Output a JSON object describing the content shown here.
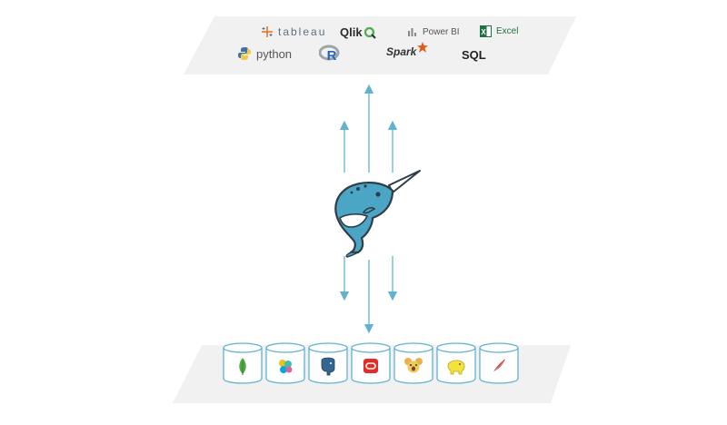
{
  "colors": {
    "plane": "#f1f1f1",
    "arrow": "#5fb3cf",
    "narwhal_body": "#4aa6c4",
    "narwhal_belly": "#ffffff",
    "outline": "#2f3d48",
    "cylinder": "#5fb3cf",
    "tableau": "#5b6f82",
    "qlik": "#2b2b2b",
    "qlik_accent": "#4cae4c",
    "powerbi": "#555555",
    "excel": "#1e7145",
    "python": "#555555",
    "r_blue": "#2165b6",
    "spark": "#333333",
    "spark_star": "#e25a1c",
    "sql": "#222222"
  },
  "top_tools": [
    {
      "id": "tableau",
      "label": "tableau",
      "icon": "tableau-cross-icon"
    },
    {
      "id": "qlik",
      "label": "Qlik",
      "icon": "qlik-q-icon"
    },
    {
      "id": "powerbi",
      "label": "Power BI",
      "icon": "powerbi-bars-icon"
    },
    {
      "id": "excel",
      "label": "Excel",
      "icon": "excel-x-icon"
    },
    {
      "id": "python",
      "label": "python",
      "icon": "python-snakes-icon"
    },
    {
      "id": "r",
      "label": "R",
      "icon": "r-ring-icon"
    },
    {
      "id": "spark",
      "label": "Spark",
      "icon": "spark-star-icon"
    },
    {
      "id": "sql",
      "label": "SQL",
      "icon": ""
    }
  ],
  "center": {
    "icon": "narwhal-mascot-icon"
  },
  "databases": [
    {
      "icon": "mongodb-leaf-icon"
    },
    {
      "icon": "elastic-blob-icon"
    },
    {
      "icon": "postgresql-elephant-icon"
    },
    {
      "icon": "oracle-ring-icon"
    },
    {
      "icon": "koala-face-icon"
    },
    {
      "icon": "hadoop-elephant-icon"
    },
    {
      "icon": "sqlserver-feather-icon"
    }
  ]
}
